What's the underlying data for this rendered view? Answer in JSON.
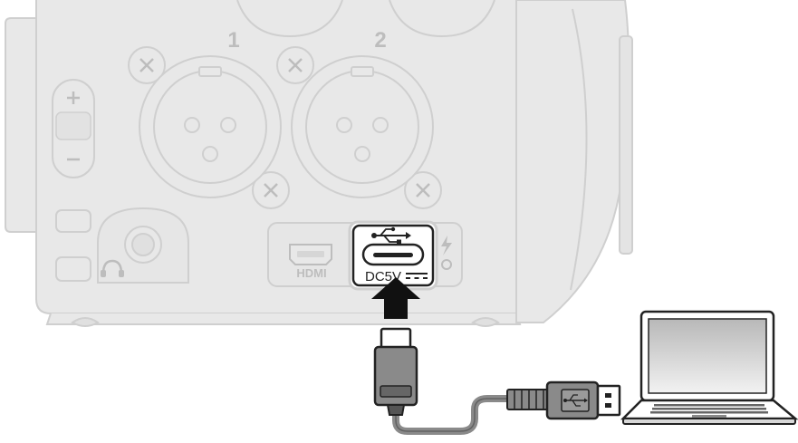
{
  "device": {
    "input_labels": [
      "1",
      "2"
    ],
    "hdmi_label": "HDMI",
    "usb_port_label": "DC5V"
  },
  "icons": {
    "volume": [
      "plus-icon",
      "minus-icon"
    ],
    "headphone": "headphone-icon",
    "usb": "usb-icon",
    "dc": "dc-symbol-icon",
    "power": "lightning-icon",
    "arrow": "arrow-up-icon",
    "computer": "laptop-icon"
  },
  "colors": {
    "device_fill": "#e8e8e8",
    "device_stroke": "#cfcfcf",
    "device_detail": "#bdbdbd",
    "highlight_stroke": "#222222",
    "cable_grey": "#8a8a8a",
    "cable_dark": "#555555"
  }
}
